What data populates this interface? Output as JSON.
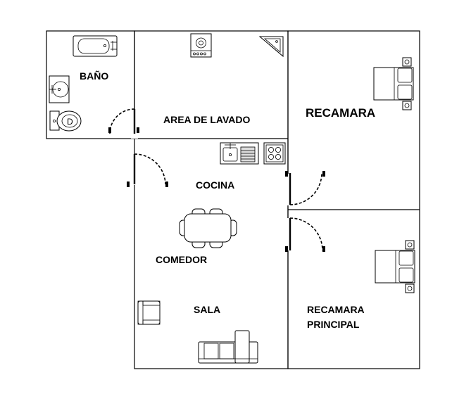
{
  "rooms": {
    "bano": "BAÑO",
    "lavado": "AREA DE LAVADO",
    "recamara": "RECAMARA",
    "cocina": "COCINA",
    "comedor": "COMEDOR",
    "sala": "SALA",
    "recamara_principal_1": "RECAMARA",
    "recamara_principal_2": "PRINCIPAL"
  },
  "fixtures": [
    "bathtub-icon",
    "sink-icon",
    "toilet-icon",
    "washing-machine-icon",
    "corner-sink-icon",
    "kitchen-sink-icon",
    "stove-icon",
    "dining-table-icon",
    "armchair-icon",
    "sofa-icon",
    "bed-icon"
  ]
}
